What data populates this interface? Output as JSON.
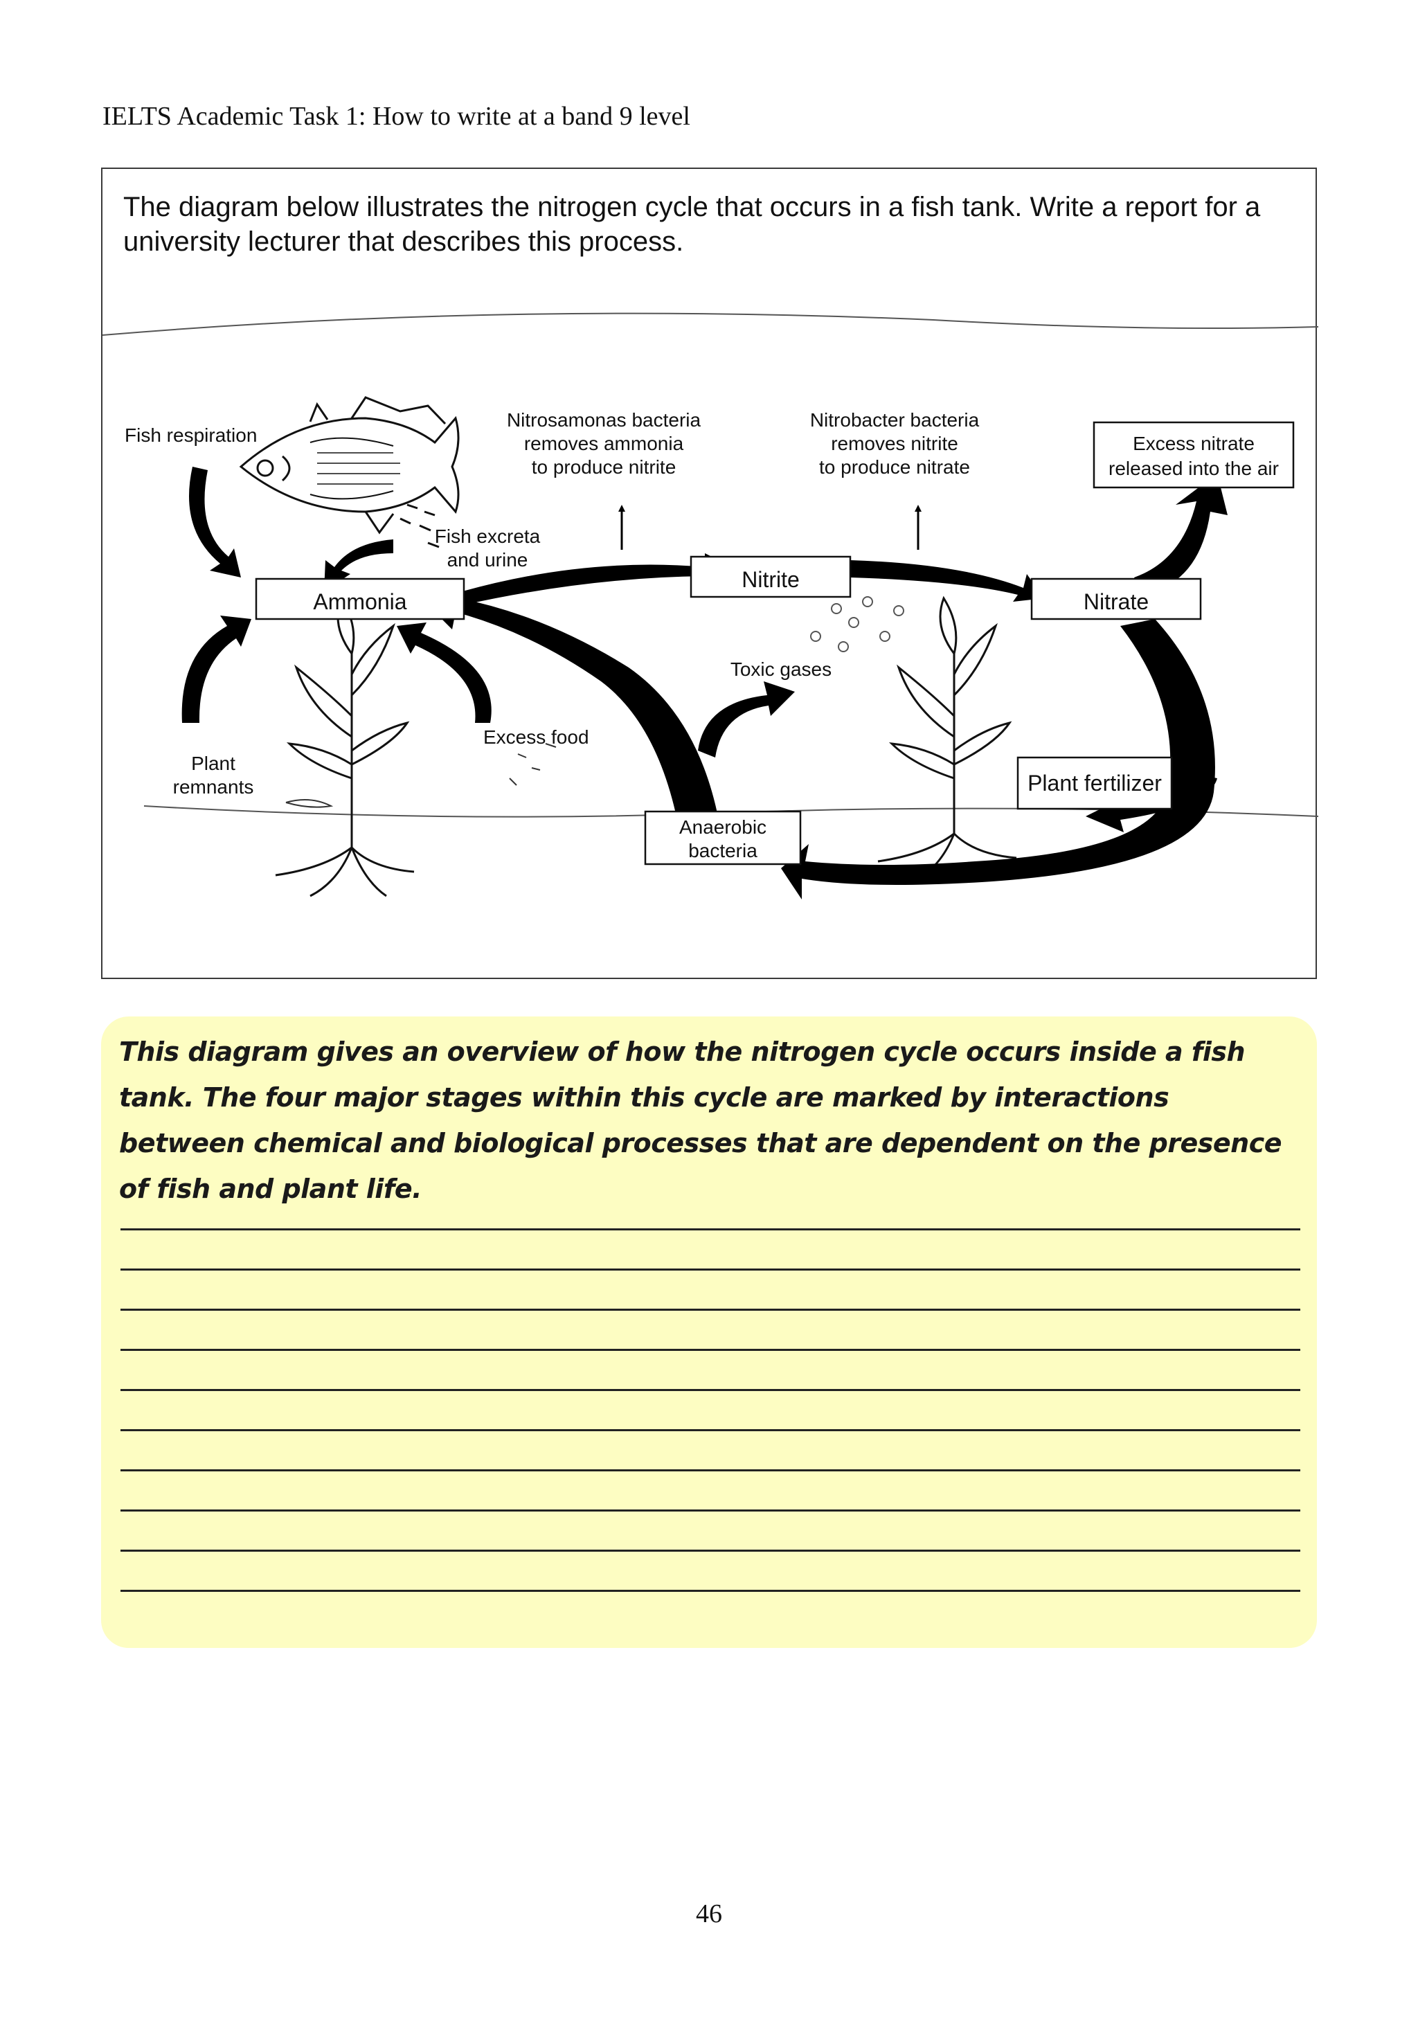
{
  "header": {
    "title": "IELTS Academic Task 1: How to write at a band 9 level"
  },
  "task": {
    "prompt": "The diagram below illustrates the nitrogen cycle that occurs in a fish tank. Write a report for a university lecturer that describes this process."
  },
  "diagram": {
    "nodes": {
      "ammonia": "Ammonia",
      "nitrite": "Nitrite",
      "nitrate": "Nitrate",
      "anaerobic_1": "Anaerobic",
      "anaerobic_2": "bacteria",
      "excess_nitrate_1": "Excess nitrate",
      "excess_nitrate_2": "released into the air",
      "plant_fertilizer": "Plant fertilizer"
    },
    "labels": {
      "fish_respiration": "Fish respiration",
      "fish_excreta_1": "Fish excreta",
      "fish_excreta_2": "and urine",
      "nitrosomonas_1": "Nitrosamonas bacteria",
      "nitrosomonas_2": "removes ammonia",
      "nitrosomonas_3": "to produce nitrite",
      "nitrobacter_1": "Nitrobacter bacteria",
      "nitrobacter_2": "removes nitrite",
      "nitrobacter_3": "to produce nitrate",
      "toxic_gases": "Toxic gases",
      "excess_food": "Excess food",
      "plant_remnants_1": "Plant",
      "plant_remnants_2": "remnants"
    }
  },
  "answer": {
    "text": "This diagram gives an overview of how the nitrogen cycle occurs inside a fish tank. The four major stages within this cycle are marked by interactions between chemical and biological processes that are dependent on the presence of fish and plant life."
  },
  "page": {
    "number": "46"
  }
}
